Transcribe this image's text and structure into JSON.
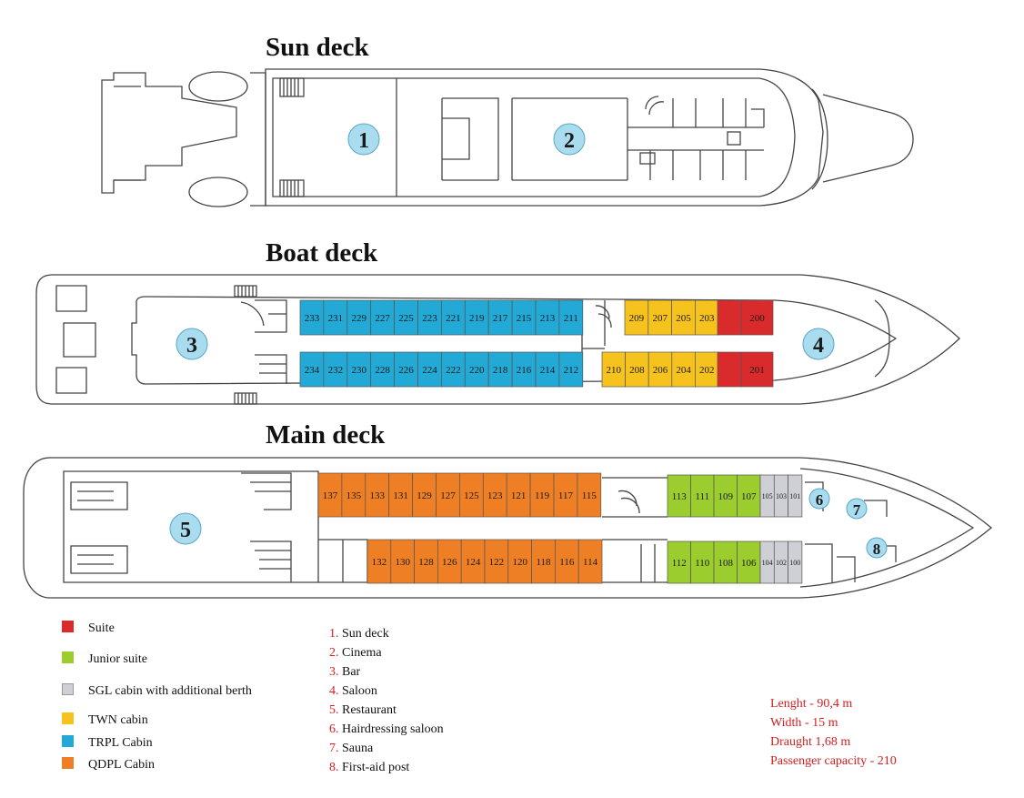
{
  "decks": {
    "sun": {
      "title": "Sun deck"
    },
    "boat": {
      "title": "Boat deck"
    },
    "main": {
      "title": "Main deck"
    }
  },
  "zone_markers": [
    "1",
    "2",
    "3",
    "4",
    "5",
    "6",
    "7",
    "8"
  ],
  "colors": {
    "suite": "#d92b2b",
    "junior_suite": "#9ccd2e",
    "sgl": "#cfcfd6",
    "twn": "#f5c21e",
    "trpl": "#22a9d6",
    "qdpl": "#ee7f24",
    "marker": "#a9dcef",
    "accent_red": "#d42020"
  },
  "cabins": {
    "boat_top_trpl": [
      "233",
      "231",
      "229",
      "227",
      "225",
      "223",
      "221",
      "219",
      "217",
      "215",
      "213",
      "211"
    ],
    "boat_top_twn": [
      "209",
      "207",
      "205",
      "203"
    ],
    "boat_top_suite": [
      "200"
    ],
    "boat_bottom_trpl": [
      "234",
      "232",
      "230",
      "228",
      "226",
      "224",
      "222",
      "220",
      "218",
      "216",
      "214",
      "212"
    ],
    "boat_bottom_twn": [
      "210",
      "208",
      "206",
      "204",
      "202"
    ],
    "boat_bottom_suite": [
      "201"
    ],
    "main_top_qdpl": [
      "137",
      "135",
      "133",
      "131",
      "129",
      "127",
      "125",
      "123",
      "121",
      "119",
      "117",
      "115"
    ],
    "main_top_junior": [
      "113",
      "111",
      "109",
      "107"
    ],
    "main_top_sgl": [
      "105",
      "103",
      "101"
    ],
    "main_bottom_qdpl": [
      "132",
      "130",
      "128",
      "126",
      "124",
      "122",
      "120",
      "118",
      "116",
      "114"
    ],
    "main_bottom_junior": [
      "112",
      "110",
      "108",
      "106"
    ],
    "main_bottom_sgl": [
      "104",
      "102",
      "100"
    ]
  },
  "legend": [
    {
      "label": "Suite",
      "color": "#d92b2b"
    },
    {
      "label": "Junior suite",
      "color": "#9ccd2e"
    },
    {
      "label": "SGL cabin with additional berth",
      "color": "#cfcfd6"
    },
    {
      "label": "TWN cabin",
      "color": "#f5c21e"
    },
    {
      "label": "TRPL Cabin",
      "color": "#22a9d6"
    },
    {
      "label": "QDPL Cabin",
      "color": "#ee7f24"
    }
  ],
  "zones": [
    {
      "num": "1.",
      "name": "Sun deck"
    },
    {
      "num": "2.",
      "name": "Cinema"
    },
    {
      "num": "3.",
      "name": "Bar"
    },
    {
      "num": "4.",
      "name": "Saloon"
    },
    {
      "num": "5.",
      "name": "Restaurant"
    },
    {
      "num": "6.",
      "name": "Hairdressing saloon"
    },
    {
      "num": "7.",
      "name": "Sauna"
    },
    {
      "num": "8.",
      "name": "First-aid post"
    }
  ],
  "specs": [
    "Lenght - 90,4 m",
    "Width - 15 m",
    "Draught 1,68 m",
    "Passenger capacity - 210"
  ]
}
